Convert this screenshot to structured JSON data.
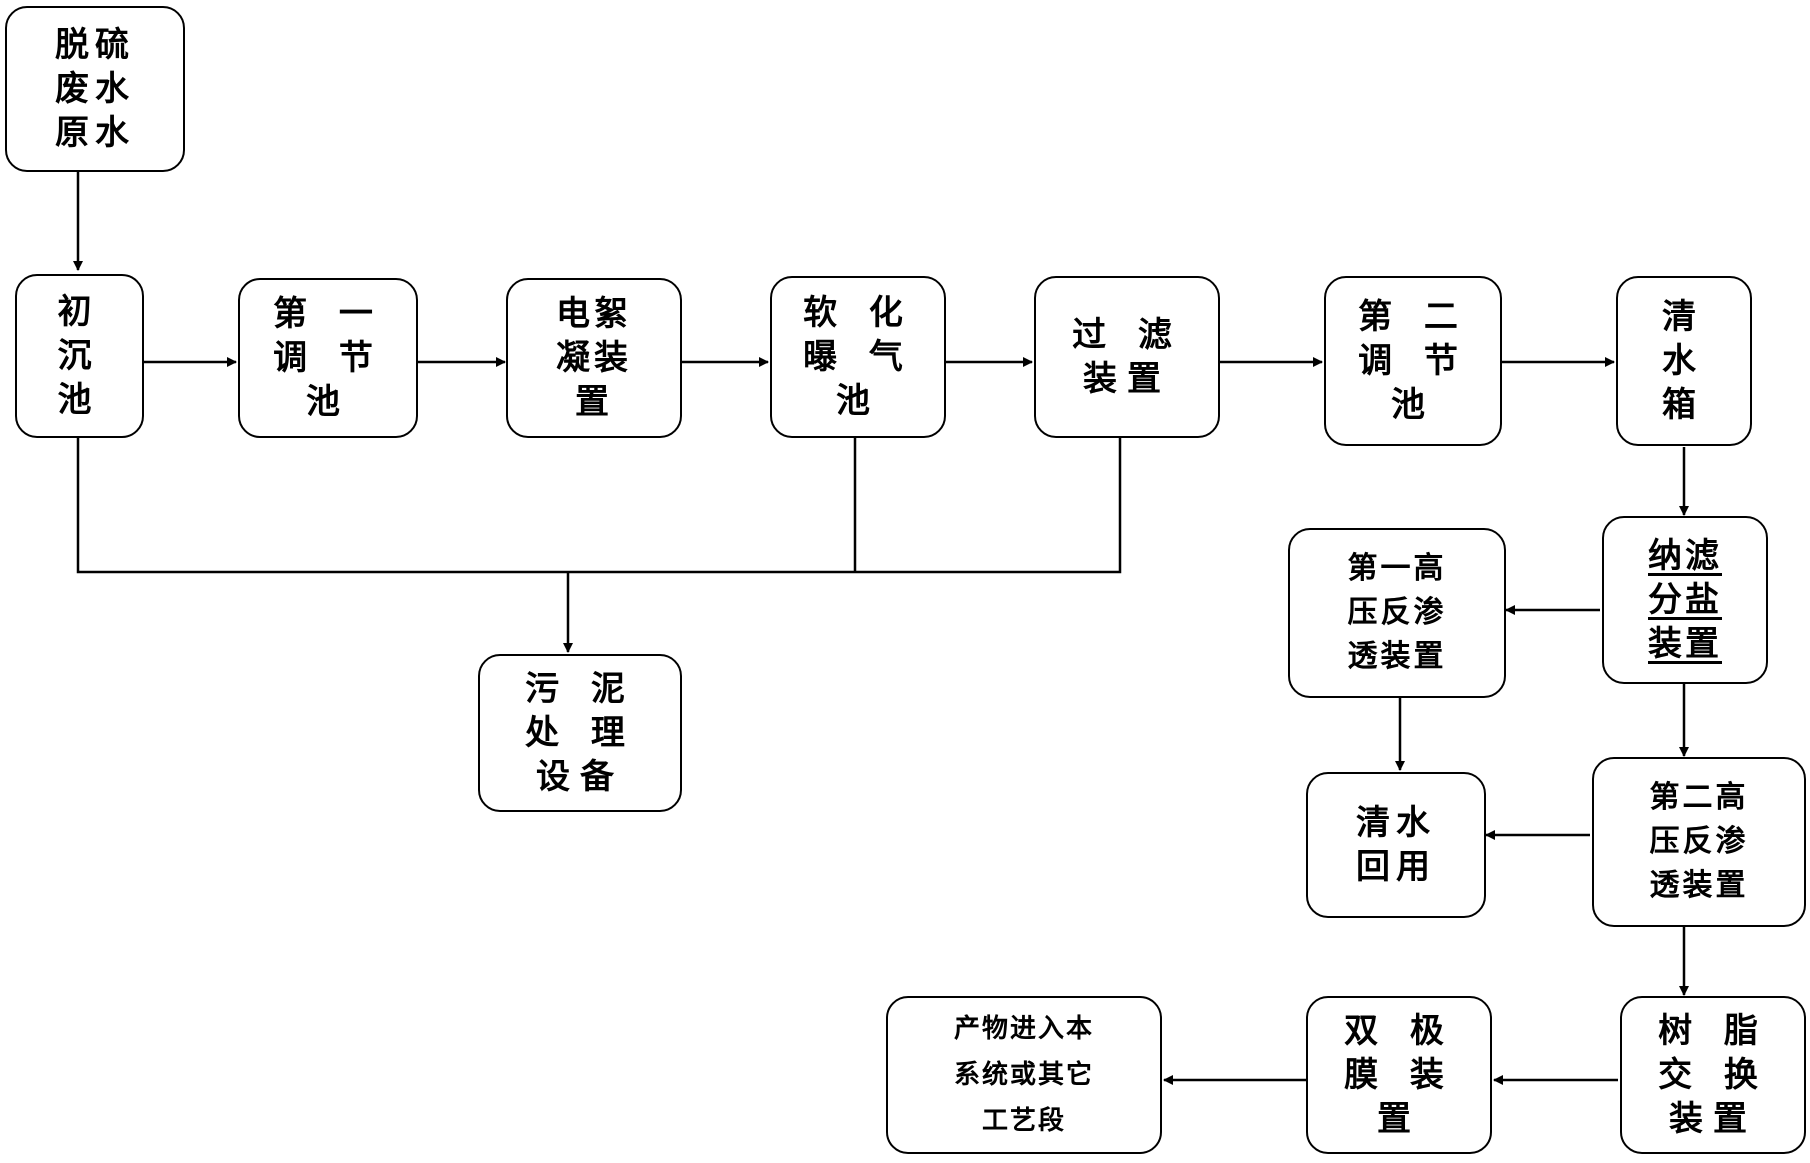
{
  "nodes": {
    "raw_water": "脱硫\n废水\n原水",
    "primary_settling": "初\n沉\n池",
    "first_regulating": "第 一\n调 节\n池",
    "electroflocculation": "电絮\n凝装\n置",
    "softening_aeration": "软 化\n曝 气\n池",
    "filtration": "过 滤\n装置",
    "second_regulating": "第 二\n调 节\n池",
    "clear_water_tank": "清\n水\n箱",
    "nanofiltration": "纳滤\n分盐\n装置",
    "first_hp_ro": "第一高\n压反渗\n透装置",
    "second_hp_ro": "第二高\n压反渗\n透装置",
    "water_reuse": "清水\n回用",
    "sludge_treatment": "污 泥\n处 理\n设备",
    "resin_exchange": "树 脂\n交 换\n装置",
    "bipolar_membrane": "双 极\n膜 装\n置",
    "product_output": "产物进入本\n系统或其它\n工艺段"
  }
}
